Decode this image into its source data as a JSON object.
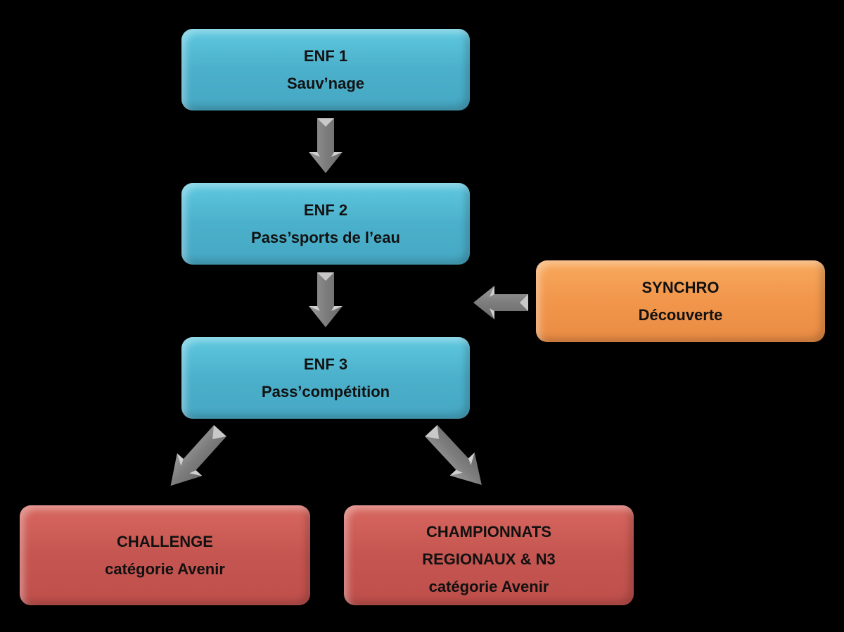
{
  "diagram": {
    "nodes": [
      {
        "id": "enf1",
        "line1": "ENF 1",
        "line2": "Sauv’nage",
        "color": "#4bb0cb"
      },
      {
        "id": "enf2",
        "line1": "ENF 2",
        "line2": "Pass’sports de l’eau",
        "color": "#4bb0cb"
      },
      {
        "id": "enf3",
        "line1": "ENF 3",
        "line2": "Pass’compétition",
        "color": "#4bb0cb"
      },
      {
        "id": "synchro",
        "line1": "SYNCHRO",
        "line2": "Découverte",
        "color": "#f1964b"
      },
      {
        "id": "challenge",
        "line1": "CHALLENGE",
        "line2": "catégorie Avenir",
        "color": "#c55550"
      },
      {
        "id": "championnats",
        "line1": "CHAMPIONNATS",
        "line2": "REGIONAUX & N3",
        "line3": "catégorie Avenir",
        "color": "#c55550"
      }
    ],
    "edges": [
      {
        "from": "enf1",
        "to": "enf2",
        "direction": "down"
      },
      {
        "from": "enf2",
        "to": "enf3",
        "direction": "down"
      },
      {
        "from": "synchro",
        "to": "enf2-enf3",
        "direction": "left"
      },
      {
        "from": "enf3",
        "to": "challenge",
        "direction": "down-left"
      },
      {
        "from": "enf3",
        "to": "championnats",
        "direction": "down-right"
      }
    ],
    "arrow_color": "#8a8a8a"
  }
}
